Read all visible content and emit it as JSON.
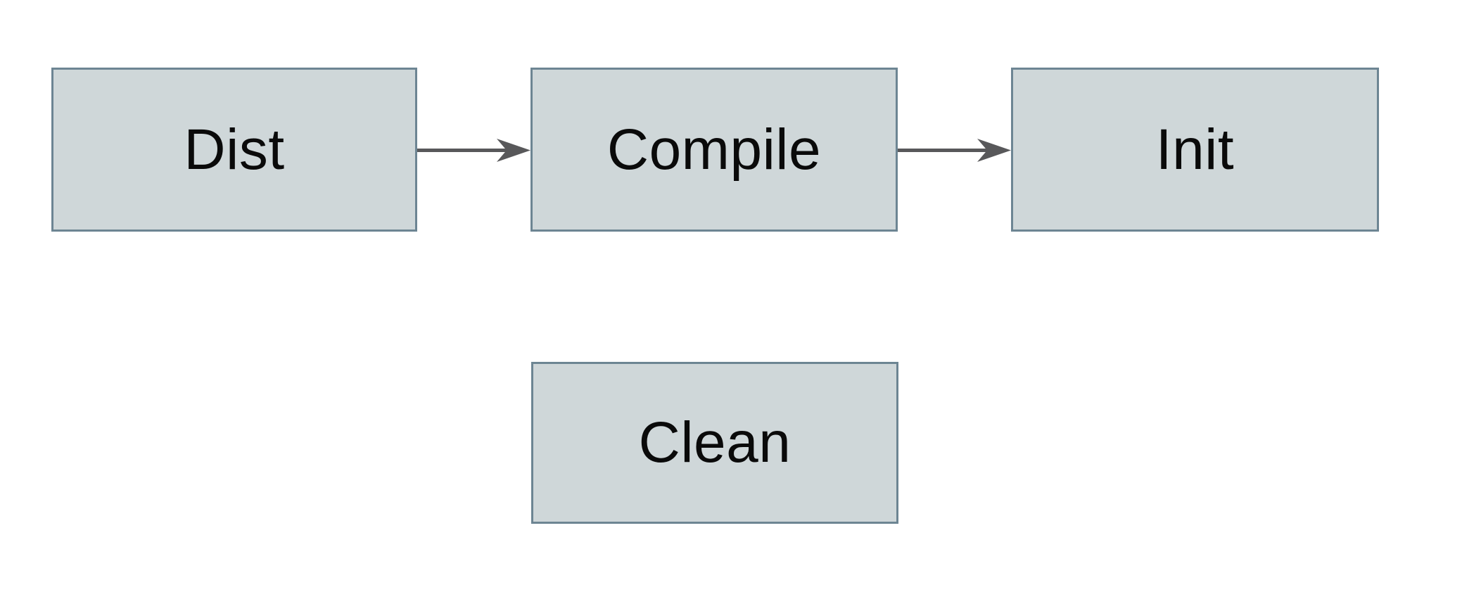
{
  "colors": {
    "node_fill": "#cfd7d9",
    "node_border": "#6d8593",
    "arrow_color": "#58585a",
    "text_color": "#0a0a0a",
    "canvas_bg": "#ffffff"
  },
  "diagram": {
    "nodes": [
      {
        "id": "dist",
        "label": "Dist"
      },
      {
        "id": "compile",
        "label": "Compile"
      },
      {
        "id": "init",
        "label": "Init"
      },
      {
        "id": "clean",
        "label": "Clean"
      }
    ],
    "edges": [
      {
        "from": "Dist",
        "to": "Compile"
      },
      {
        "from": "Compile",
        "to": "Init"
      }
    ]
  }
}
